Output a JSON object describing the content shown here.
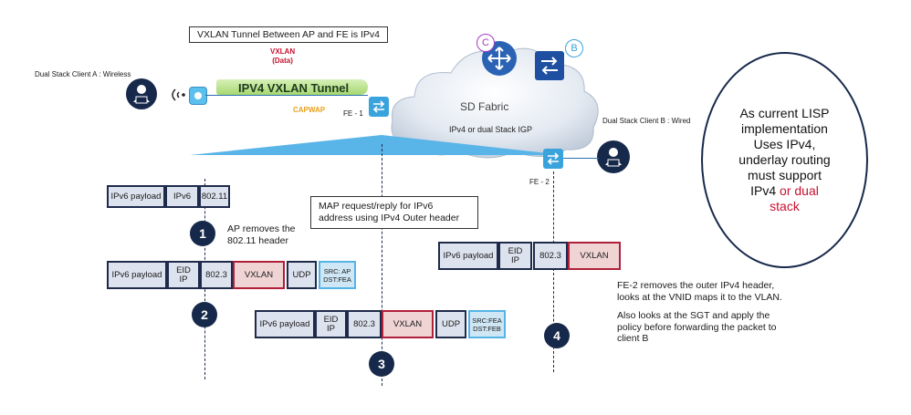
{
  "title_box": "VXLAN Tunnel Between AP and FE is IPv4",
  "vxlan_label": "VXLAN",
  "vxlan_data_label": "(Data)",
  "tunnel_label": "IPV4 VXLAN Tunnel",
  "capwap_label": "CAPWAP",
  "fe1_label": "FE - 1",
  "fe2_label": "FE - 2",
  "client_a_label": "Dual Stack Client A : Wireless",
  "client_b_label": "Dual Stack Client B : Wired",
  "cloud_title": "SD Fabric",
  "cloud_subtitle": "IPv4 or dual Stack IGP",
  "badge_c": "C",
  "badge_b": "B",
  "oval": {
    "line1": "As current LISP",
    "line2": "implementation",
    "line3": "Uses IPv4,",
    "line4": "underlay routing",
    "line5": "must support",
    "line6": "IPv4",
    "line6_red": "or dual",
    "line7_red": "stack"
  },
  "map_note": {
    "line1": "MAP request/reply for IPv6",
    "line2": "address using IPv4 Outer header"
  },
  "step1": {
    "num": "1",
    "line1": "AP removes the",
    "line2": "802.11 header"
  },
  "step2": {
    "num": "2"
  },
  "step3": {
    "num": "3"
  },
  "step4": {
    "num": "4"
  },
  "fe2_note": {
    "line1": "FE-2 removes the outer IPv4 header,",
    "line2": "looks at the VNID maps it to the VLAN.",
    "line3": "Also looks at the SGT and apply the",
    "line4": "policy  before forwarding the packet to",
    "line5": "client B"
  },
  "packets": {
    "p1": {
      "payload": "IPv6 payload",
      "ipv6": "IPv6",
      "hdr": "802.11"
    },
    "p2": {
      "payload": "IPv6 payload",
      "eid1": "EID",
      "eid2": "IP",
      "hdr": "802.3",
      "vxlan": "VXLAN",
      "udp": "UDP",
      "src1": "SRC: AP",
      "src2": "DST:FEA"
    },
    "p3": {
      "payload": "IPv6 payload",
      "eid1": "EID",
      "eid2": "IP",
      "hdr": "802.3",
      "vxlan": "VXLAN",
      "udp": "UDP",
      "src1": "SRC:FEA",
      "src2": "DST:FEB"
    },
    "p4": {
      "payload": "IPv6 payload",
      "eid1": "EID",
      "eid2": "IP",
      "hdr": "802.3",
      "vxlan": "VXLAN"
    }
  },
  "colors": {
    "accent_red": "#c8102e",
    "navy": "#17294b",
    "capwap": "#e8a020",
    "tunnel_green": "#b8e08a",
    "switch_blue": "#3ba3dc"
  }
}
